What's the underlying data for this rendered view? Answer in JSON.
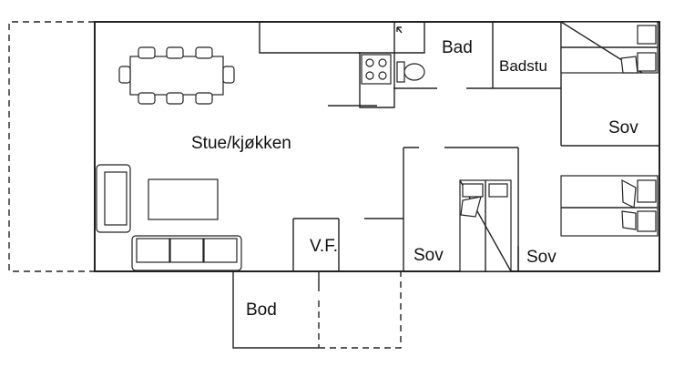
{
  "rooms": {
    "living_kitchen": "Stue/kjøkken",
    "bathroom": "Bad",
    "sauna": "Badstu",
    "bedroom_right_upper": "Sov",
    "bedroom_middle": "Sov",
    "bedroom_right_lower": "Sov",
    "storage": "Bod",
    "water_heater": "V.F."
  }
}
